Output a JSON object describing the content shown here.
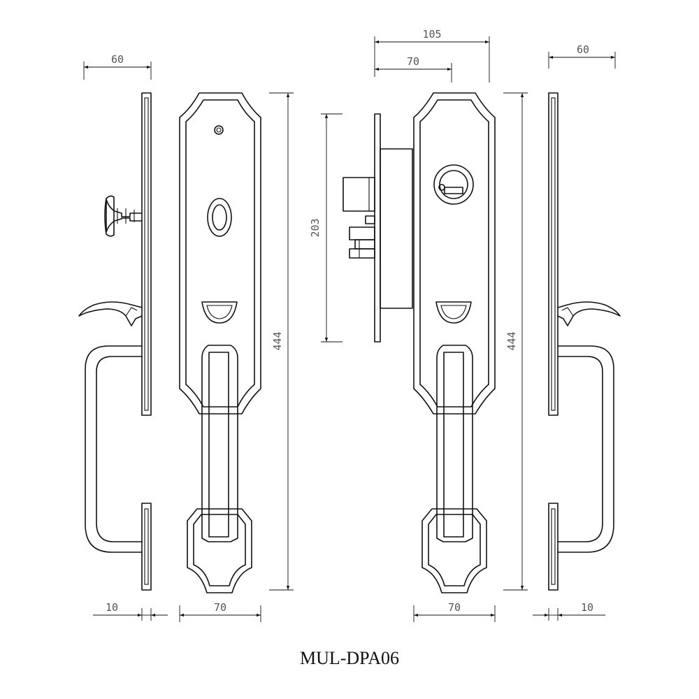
{
  "title": "MUL-DPA06",
  "dimensions": {
    "left_side_width": "60",
    "left_side_thickness": "10",
    "left_front_width": "70",
    "left_front_height": "444",
    "mortise_height": "203",
    "back_overall_width": "105",
    "back_plate_width": "70",
    "right_back_width": "70",
    "right_back_height": "444",
    "right_side_width": "60",
    "right_side_thickness": "10"
  }
}
